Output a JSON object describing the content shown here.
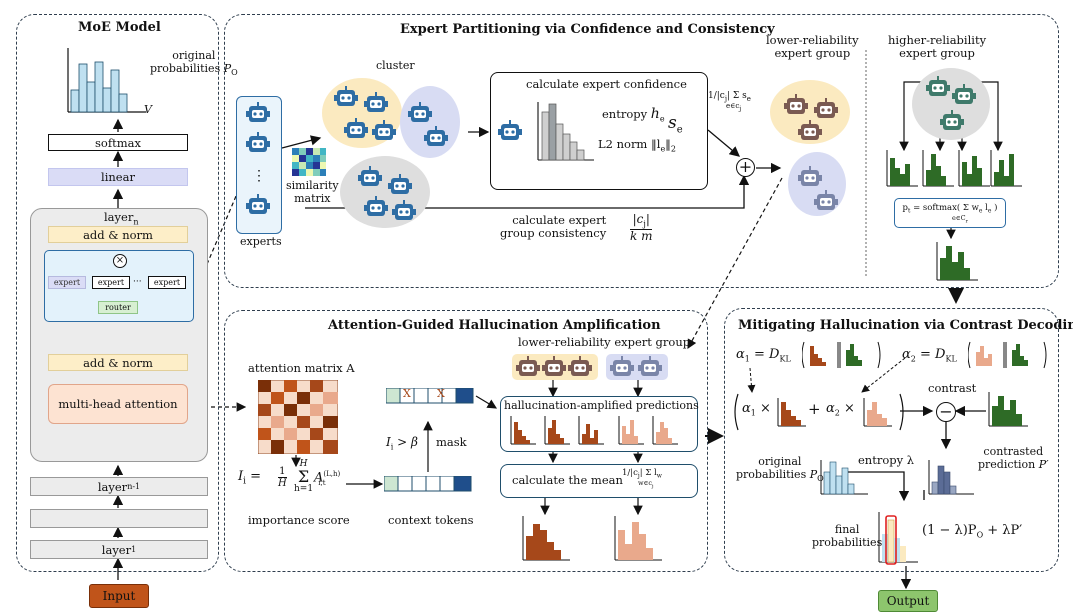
{
  "colors": {
    "robot_blue": "#2e6da4",
    "robot_bad": "#8c6c66",
    "cluster_yellow": "#fbeac0",
    "cluster_blue": "#d8dcf3",
    "cluster_gray": "#dedede",
    "attn_orange": "#fde3d2",
    "input_btn": "#c0541a",
    "output_btn": "#8dc56d",
    "bar_blue": "#bfe0f0",
    "bar_green": "#2e6b26",
    "bar_brown": "#a6481a",
    "bar_peach": "#e9a98c"
  },
  "moe": {
    "title": "MoE Model",
    "orig_prob_l1": "original",
    "orig_prob_l2": "probabilities",
    "orig_prob_sym": "P",
    "orig_prob_sub": "O",
    "axis_v": "V",
    "softmax": "softmax",
    "linear": "linear",
    "layer_n": "layer",
    "layer_n_sub": "n",
    "add_norm": "add & norm",
    "expert": "expert",
    "dots": "···",
    "router": "router",
    "mha": "multi-head attention",
    "layer_n1": "layer",
    "layer_n1_sub": "n-1",
    "layer_1": "layer",
    "layer_1_sub": "1",
    "input": "Input"
  },
  "partition": {
    "title": "Expert Partitioning via Confidence and Consistency",
    "cluster": "cluster",
    "experts": "experts",
    "vdots": "⋮",
    "similarity_l1": "similarity",
    "similarity_l2": "matrix",
    "calc_conf": "calculate expert confidence",
    "entropy": "entropy",
    "entropy_sym": "h",
    "entropy_sub": "e",
    "l2norm": "L2 norm",
    "l2_formula": "‖l",
    "l2_formula_sub": "e",
    "l2_formula_end": "‖",
    "l2_formula_idx": "2",
    "se_sym": "s",
    "se_sub": "e",
    "avg_formula": "1/|c",
    "avg_formula_j": "j",
    "avg_formula_end": "| Σ s",
    "avg_formula_e": "e",
    "avg_formula_under": "e∈c",
    "avg_formula_under_j": "j",
    "consistency_l1": "calculate expert",
    "consistency_l2": "group consistency",
    "cons_num": "|c",
    "cons_num_j": "j",
    "cons_num_end": "|",
    "cons_den": "k m",
    "lower_l1": "lower-reliability",
    "lower_l2": "expert group",
    "higher_l1": "higher-reliability",
    "higher_l2": "expert group",
    "pt_formula": "p",
    "pt_formula_sub": "t",
    "pt_formula_mid": " = softmax( Σ w",
    "pt_formula_w": "e",
    "pt_formula_l": " l",
    "pt_formula_l_sub": "e",
    "pt_formula_end": " )",
    "pt_formula_under": "e∈C",
    "pt_formula_under_sub": "r"
  },
  "attention": {
    "title": "Attention-Guided Hallucination Amplification",
    "matrix_label": "attention matrix A",
    "importance_formula": "I",
    "importance_i": "i",
    "importance_eq": " = ",
    "importance_frac_num": "1",
    "importance_frac_den": "H",
    "importance_sum_top": "H",
    "importance_sum": "Σ",
    "importance_sum_bot": "h=1",
    "importance_a": "A",
    "importance_a_sup": "(L,h)",
    "importance_a_sub": "i,t",
    "importance_score": "importance score",
    "context_tokens": "context tokens",
    "mask_cond": "I",
    "mask_cond_i": "i",
    "mask_cond_end": " > β",
    "mask": "mask",
    "x_mark": "X",
    "lower_group": "lower-reliability  expert group",
    "hallu_pred": "hallucination-amplified predictions",
    "calc_mean": "calculate the mean",
    "mean_formula": "1/|c",
    "mean_formula_j": "j",
    "mean_formula_end": "| Σ l",
    "mean_formula_w": "w",
    "mean_under": "w∈c",
    "mean_under_j": "j"
  },
  "mitigate": {
    "title": "Mitigating Hallucination via Contrast Decoding",
    "alpha1": "α",
    "alpha1_sub": "1",
    "alpha2": "α",
    "alpha2_sub": "2",
    "eq_dkl": " = D",
    "dkl_sub": "KL",
    "times": "×",
    "plus": "+",
    "contrast": "contrast",
    "ominus": "⊖",
    "orig_l1": "original",
    "orig_l2": "probabilities",
    "orig_sym": "P",
    "orig_sub": "O",
    "entropy_lambda": "entropy λ",
    "contrasted_l1": "contrasted",
    "contrasted_l2": "prediction",
    "contrasted_sym": "P′",
    "final_l1": "final",
    "final_l2": "probabilities",
    "final_formula": "(1 − λ)P",
    "final_formula_sub": "O",
    "final_formula_end": " + λP′",
    "output": "Output"
  }
}
